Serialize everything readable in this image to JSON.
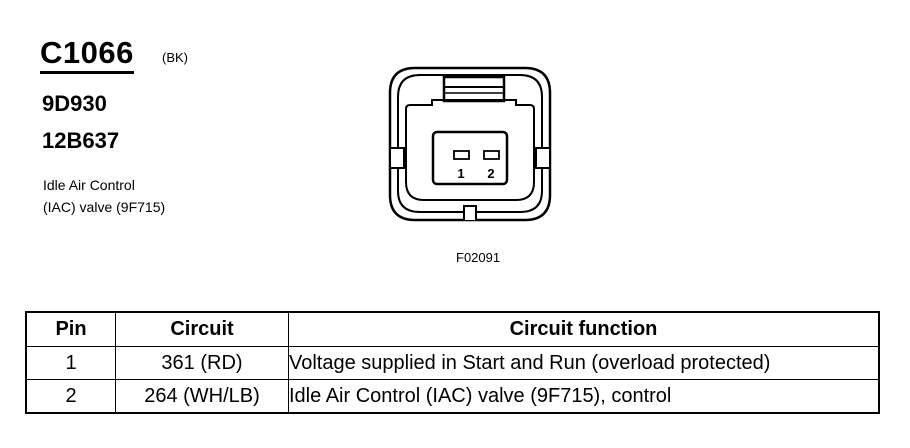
{
  "connector": {
    "id": "C1066",
    "color_code": "(BK)",
    "part_numbers": [
      "9D930",
      "12B637"
    ],
    "description_lines": [
      "Idle Air Control",
      "(IAC) valve (9F715)"
    ]
  },
  "diagram": {
    "pin_labels": [
      "1",
      "2"
    ],
    "figure_id": "F02091"
  },
  "table": {
    "headers": [
      "Pin",
      "Circuit",
      "Circuit function"
    ],
    "rows": [
      {
        "pin": "1",
        "circuit": "361 (RD)",
        "function": "Voltage supplied in Start and Run (overload protected)"
      },
      {
        "pin": "2",
        "circuit": "264 (WH/LB)",
        "function": "Idle Air Control (IAC) valve (9F715), control"
      }
    ]
  }
}
